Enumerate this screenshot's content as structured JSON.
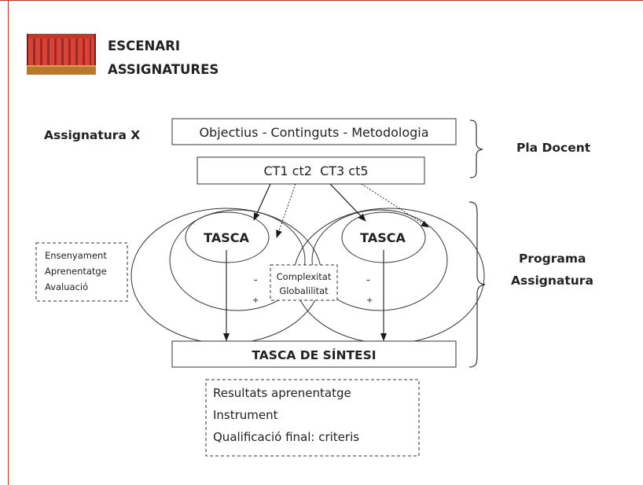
{
  "header": {
    "title_line1": "ESCENARI",
    "title_line2": "ASSIGNATURES",
    "icon": "theater-stage-icon"
  },
  "diagram": {
    "subject_label": "Assignatura X",
    "objectives_box": "Objectius - Continguts - Metodologia",
    "competences_box": "CT1 ct2  CT3 ct5",
    "pla_docent": "Pla Docent",
    "programa_line1": "Programa",
    "programa_line2": "Assignatura",
    "task_left": "TASCA",
    "task_right": "TASCA",
    "teaching_items": [
      "Ensenyament",
      "Aprenentatge",
      "Avaluació"
    ],
    "complexity_line1": "Complexitat",
    "complexity_line2": "Globalilitat",
    "minus_sign": "-",
    "plus_sign": "+",
    "synthesis_task": "TASCA DE SÍNTESI",
    "results_items": [
      "Resultats aprenentatge",
      "Instrument",
      "Qualificació final: criteris"
    ]
  },
  "colors": {
    "frame": "#c0392b",
    "ink": "#1a1a1a",
    "stage_curtain": "#c0392b",
    "stage_floor": "#b5782c"
  }
}
